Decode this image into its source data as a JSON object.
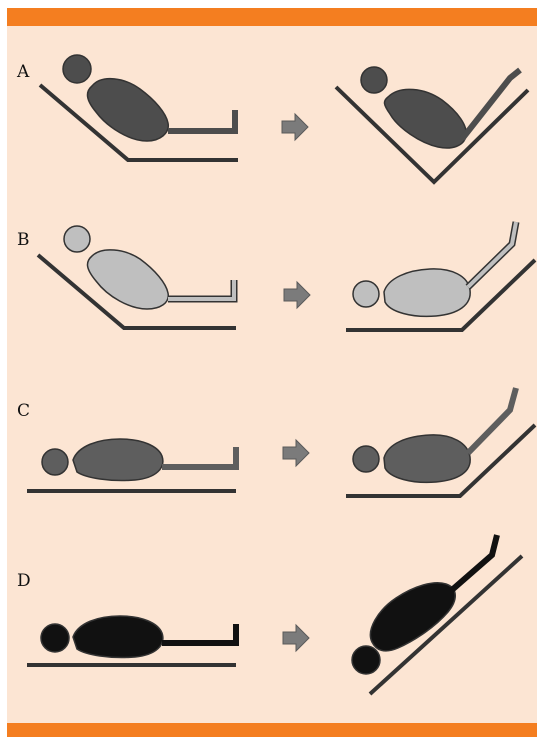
{
  "colors": {
    "frame": "#f47e20",
    "background": "#fce5d3",
    "line": "#333333",
    "arrow": "#7b7b7b",
    "row_a_fill": "#4d4d4d",
    "row_b_fill": "#bfbfbf",
    "row_c_fill": "#5e5e5e",
    "row_d_fill": "#111111"
  },
  "rows": [
    {
      "label": "A",
      "fill_key": "row_a_fill"
    },
    {
      "label": "B",
      "fill_key": "row_b_fill"
    },
    {
      "label": "C",
      "fill_key": "row_c_fill"
    },
    {
      "label": "D",
      "fill_key": "row_d_fill"
    }
  ]
}
